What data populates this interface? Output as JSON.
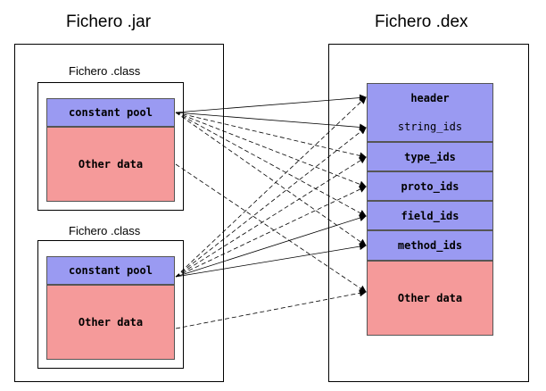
{
  "jar": {
    "title": "Fichero .jar",
    "classes": [
      {
        "label": "Fichero .class",
        "constant_pool": "constant pool",
        "other_data": "Other data"
      },
      {
        "label": "Fichero .class",
        "constant_pool": "constant pool",
        "other_data": "Other data"
      }
    ]
  },
  "dex": {
    "title": "Fichero .dex",
    "sections": [
      "header",
      "string_ids",
      "type_ids",
      "proto_ids",
      "field_ids",
      "method_ids"
    ],
    "other_data": "Other data"
  },
  "colors": {
    "blue": "#9a9af2",
    "pink": "#f59a9a"
  }
}
